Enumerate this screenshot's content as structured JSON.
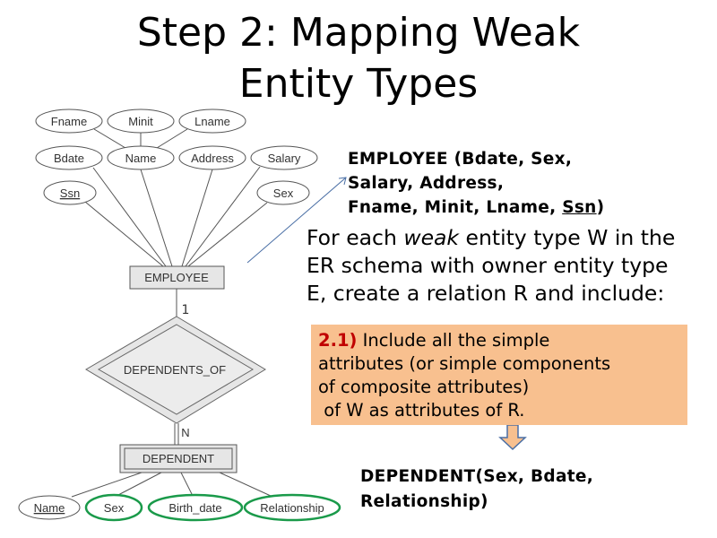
{
  "slide": {
    "title_line1": "Step 2: Mapping Weak",
    "title_line2": "Entity Types",
    "employee_relation": {
      "line1": "EMPLOYEE (Bdate, Sex,",
      "line2": "Salary, Address,",
      "line3_prefix": "Fname, Minit, Lname, ",
      "line3_key": "Ssn",
      "line3_suffix": ")"
    },
    "paragraph": {
      "before": "For each ",
      "emphasis": "weak",
      "after": " entity type W in the ER schema with owner entity type E, create a relation R and include:"
    },
    "callout": {
      "number": "2.1)",
      "line1": " Include all the simple",
      "line2": "attributes (or  simple components",
      "line3": "of composite attributes)",
      "line4": " of W as attributes of R.",
      "color": "#f8c08f"
    },
    "dependent_relation": {
      "line1": "DEPENDENT(Sex, Bdate,",
      "line2": "Relationship)"
    }
  },
  "er_diagram": {
    "employee_entity": "EMPLOYEE",
    "employee_attributes": [
      "Fname",
      "Minit",
      "Lname",
      "Bdate",
      "Name",
      "Address",
      "Salary",
      "Ssn",
      "Sex"
    ],
    "relationship": "DEPENDENTS_OF",
    "cardinality_owner": "1",
    "cardinality_weak": "N",
    "weak_entity": "DEPENDENT",
    "dependent_attributes": [
      "Name",
      "Sex",
      "Birth_date",
      "Relationship"
    ],
    "highlight_color": "#1a9a4a"
  }
}
